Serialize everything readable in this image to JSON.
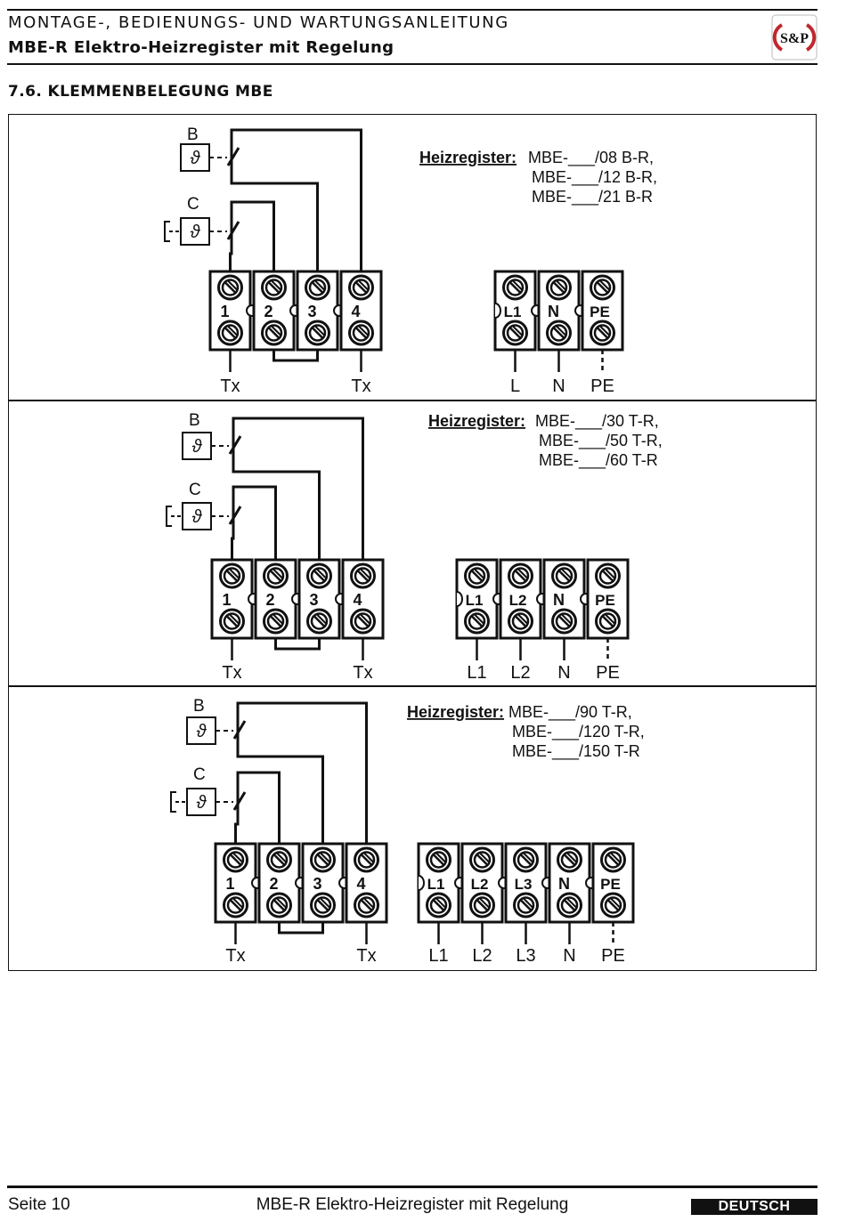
{
  "header": {
    "title_line1": "MONTAGE-, BEDIENUNGS- UND WARTUNGSANLEITUNG",
    "title_line2": "MBE-R Elektro-Heizregister mit Regelung",
    "logo_text": "S&P"
  },
  "section_title": "7.6. KLEMMENBELEGUNG MBE",
  "diagrams": [
    {
      "label_heading": "Heizregister:",
      "models": [
        "MBE-___/08 B-R,",
        "MBE-___/12 B-R,",
        "MBE-___/21 B-R"
      ],
      "thermostat_b": "B",
      "thermostat_c": "C",
      "control_terminals": [
        "1",
        "2",
        "3",
        "4"
      ],
      "control_outputs": [
        "Tx",
        "Tx"
      ],
      "power_terminals": [
        "L1",
        "N",
        "PE"
      ],
      "power_outputs": [
        "L",
        "N",
        "PE"
      ]
    },
    {
      "label_heading": "Heizregister:",
      "models": [
        "MBE-___/30 T-R,",
        "MBE-___/50 T-R,",
        "MBE-___/60 T-R"
      ],
      "thermostat_b": "B",
      "thermostat_c": "C",
      "control_terminals": [
        "1",
        "2",
        "3",
        "4"
      ],
      "control_outputs": [
        "Tx",
        "Tx"
      ],
      "power_terminals": [
        "L1",
        "L2",
        "N",
        "PE"
      ],
      "power_outputs": [
        "L1",
        "L2",
        "N",
        "PE"
      ]
    },
    {
      "label_heading": "Heizregister:",
      "models": [
        "MBE-___/90 T-R,",
        "MBE-___/120 T-R,",
        "MBE-___/150 T-R"
      ],
      "thermostat_b": "B",
      "thermostat_c": "C",
      "control_terminals": [
        "1",
        "2",
        "3",
        "4"
      ],
      "control_outputs": [
        "Tx",
        "Tx"
      ],
      "power_terminals": [
        "L1",
        "L2",
        "L3",
        "N",
        "PE"
      ],
      "power_outputs": [
        "L1",
        "L2",
        "L3",
        "N",
        "PE"
      ]
    }
  ],
  "footer": {
    "page": "Seite 10",
    "doc_title": "MBE-R Elektro-Heizregister mit Regelung",
    "language": "DEUTSCH"
  }
}
